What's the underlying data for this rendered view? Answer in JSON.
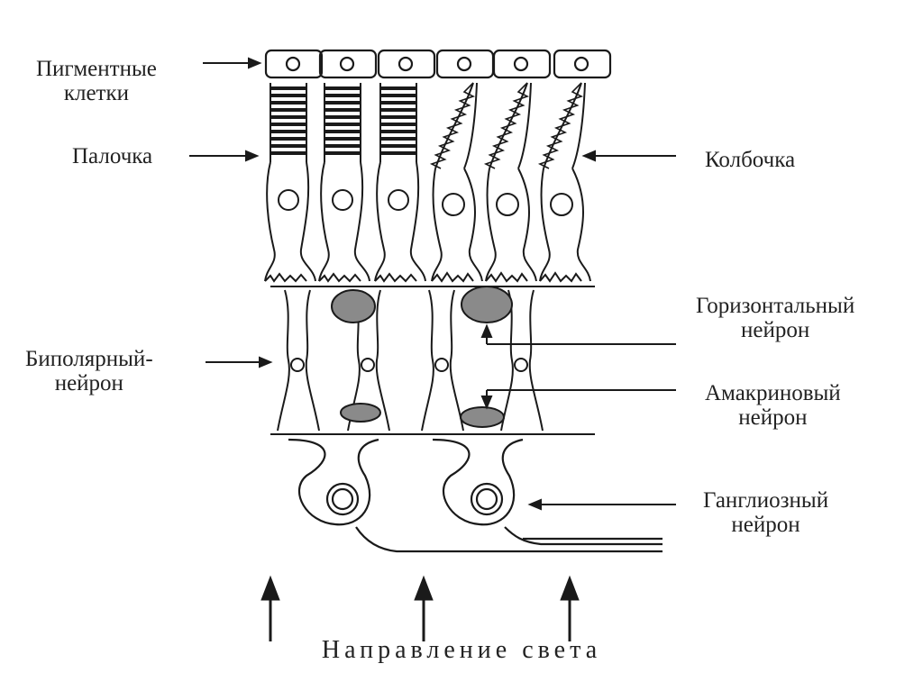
{
  "labels": {
    "pigment": [
      "Пигментные",
      "клетки"
    ],
    "rod": "Палочка",
    "cone": "Колбочка",
    "horizontal": [
      "Горизонтальный",
      "нейрон"
    ],
    "bipolar": [
      "Биполярный-",
      "нейрон"
    ],
    "amacrine": [
      "Амакриновый",
      "нейрон"
    ],
    "ganglion": [
      "Ганглиозный",
      "нейрон"
    ],
    "light": "Направление света"
  },
  "colors": {
    "ink": "#1a1a1a",
    "fill": "#8a8a8a",
    "background": "#ffffff"
  }
}
